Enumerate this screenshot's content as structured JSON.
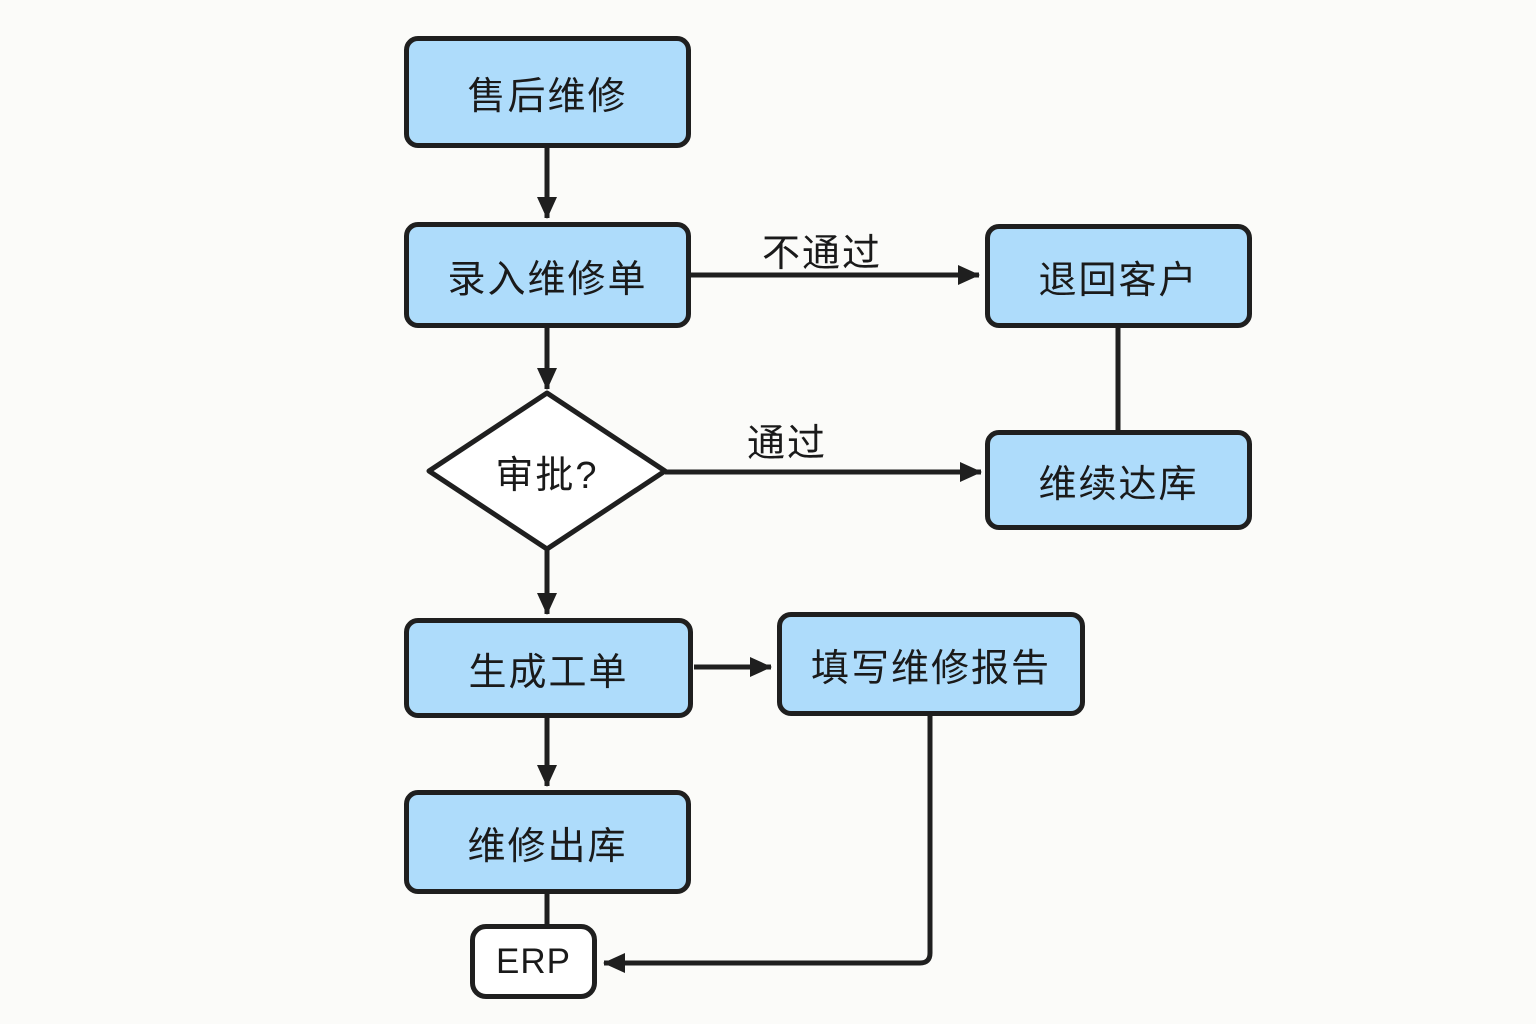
{
  "diagram": {
    "background_color": "#FBFBF9",
    "colors": {
      "node_fill": "#AEDCFB",
      "node_border": "#1F1F1F",
      "decision_fill": "#FFFFFF",
      "connector": "#1F1F1F",
      "text": "#1A1A1A"
    },
    "nodes": [
      {
        "id": "after-sales-repair",
        "type": "process",
        "label": "售后维修"
      },
      {
        "id": "enter-repair-order",
        "type": "process",
        "label": "录入维修单"
      },
      {
        "id": "return-to-customer",
        "type": "process",
        "label": "退回客户"
      },
      {
        "id": "approval",
        "type": "decision",
        "label": "审批?"
      },
      {
        "id": "continue-to-warehouse",
        "type": "process",
        "label": "维续达库"
      },
      {
        "id": "generate-work-order",
        "type": "process",
        "label": "生成工单"
      },
      {
        "id": "fill-repair-report",
        "type": "process",
        "label": "填写维修报告"
      },
      {
        "id": "repair-stock-out",
        "type": "process",
        "label": "维修出库"
      },
      {
        "id": "erp",
        "type": "system",
        "label": "ERP"
      }
    ],
    "edges": [
      {
        "from": "after-sales-repair",
        "to": "enter-repair-order",
        "label": "",
        "arrow": true
      },
      {
        "from": "enter-repair-order",
        "to": "return-to-customer",
        "label": "不通过",
        "arrow": true
      },
      {
        "from": "enter-repair-order",
        "to": "approval",
        "label": "",
        "arrow": true
      },
      {
        "from": "return-to-customer",
        "to": "continue-to-warehouse",
        "label": "",
        "arrow": false
      },
      {
        "from": "approval",
        "to": "continue-to-warehouse",
        "label": "通过",
        "arrow": true
      },
      {
        "from": "approval",
        "to": "generate-work-order",
        "label": "",
        "arrow": true
      },
      {
        "from": "generate-work-order",
        "to": "fill-repair-report",
        "label": "",
        "arrow": true
      },
      {
        "from": "generate-work-order",
        "to": "repair-stock-out",
        "label": "",
        "arrow": true
      },
      {
        "from": "repair-stock-out",
        "to": "erp",
        "label": "",
        "arrow": false
      },
      {
        "from": "fill-repair-report",
        "to": "erp",
        "label": "",
        "arrow": true
      }
    ]
  }
}
